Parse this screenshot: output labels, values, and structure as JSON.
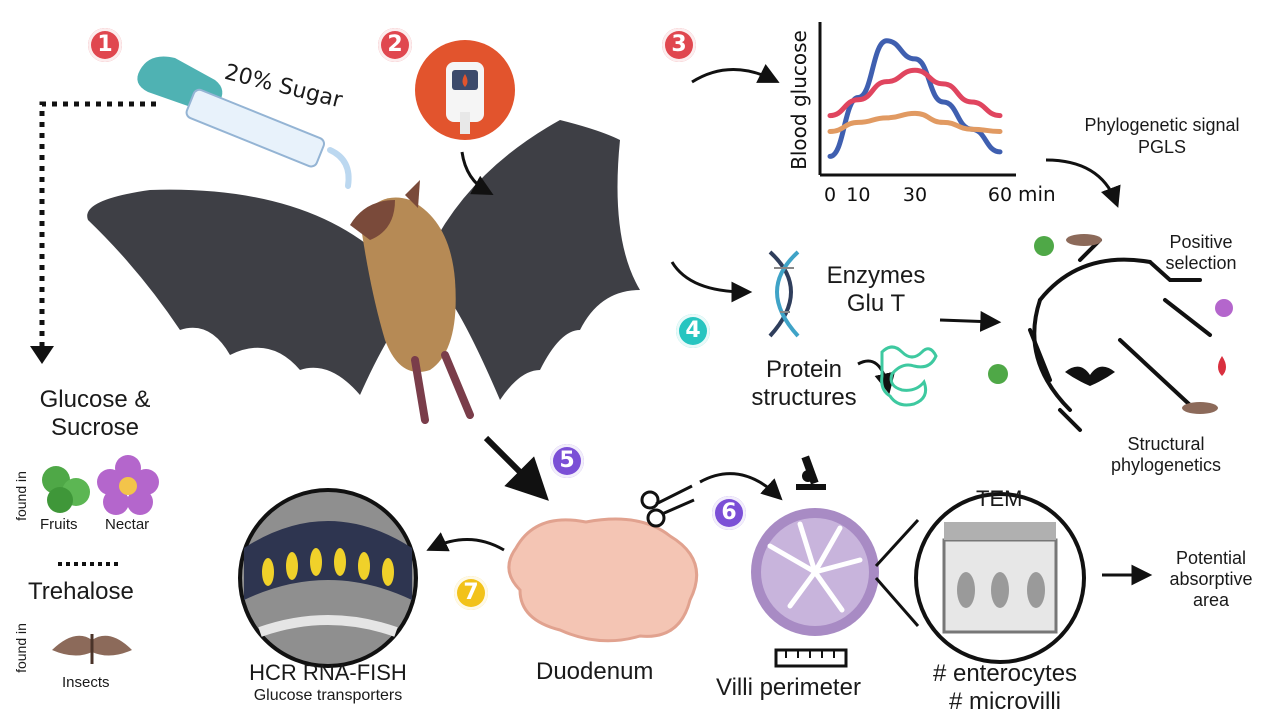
{
  "steps": [
    "1",
    "2",
    "3",
    "4",
    "5",
    "6",
    "7"
  ],
  "colors": {
    "badge_red": "#e0474f",
    "badge_teal": "#27c5c0",
    "badge_purple": "#7b4fd6",
    "badge_yellow": "#f2c21a",
    "curve_blue": "#3f5fb0",
    "curve_red": "#e0455f",
    "curve_orange": "#e19a62",
    "bat_wing": "#3e3f45",
    "bat_fur": "#b68a55",
    "villi": "#a88bc4"
  },
  "labels": {
    "sugar": "20% Sugar",
    "phylo_signal_line1": "Phylogenetic signal",
    "phylo_signal_line2": "PGLS",
    "positive_sel_line1": "Positive",
    "positive_sel_line2": "selection",
    "enzymes_line1": "Enzymes",
    "enzymes_line2": "Glu T",
    "protein_line1": "Protein",
    "protein_line2": "structures",
    "struct_phylo_line1": "Structural",
    "struct_phylo_line2": "phylogenetics",
    "glucose_line1": "Glucose &",
    "glucose_line2": "Sucrose",
    "found_in_1": "found in",
    "fruits": "Fruits",
    "nectar": "Nectar",
    "trehalose": "Trehalose",
    "found_in_2": "found in",
    "insects": "Insects",
    "hcr_line1": "HCR RNA-FISH",
    "hcr_line2": "Glucose transporters",
    "duodenum": "Duodenum",
    "villi": "Villi perimeter",
    "tem": "TEM",
    "enterocytes": "# enterocytes",
    "microvilli": "# microvilli",
    "absorptive_line1": "Potential",
    "absorptive_line2": "absorptive",
    "absorptive_line3": "area"
  },
  "chart_data": {
    "type": "line",
    "ylabel": "Blood glucose",
    "xlabel": "min",
    "x_ticks": [
      "0",
      "10",
      "30",
      "60"
    ],
    "xlim": [
      0,
      60
    ],
    "grid": false,
    "series": [
      {
        "color": "#3f5fb0",
        "x": [
          0,
          10,
          20,
          30,
          40,
          50,
          60
        ],
        "y": [
          0.3,
          1.6,
          2.85,
          2.45,
          1.5,
          0.9,
          0.4
        ]
      },
      {
        "color": "#e0455f",
        "x": [
          0,
          10,
          20,
          30,
          40,
          50,
          60
        ],
        "y": [
          1.2,
          1.55,
          1.95,
          2.2,
          1.9,
          1.5,
          1.2
        ]
      },
      {
        "color": "#e19a62",
        "x": [
          0,
          10,
          20,
          30,
          40,
          50,
          60
        ],
        "y": [
          0.85,
          1.05,
          1.15,
          1.25,
          1.05,
          0.9,
          0.85
        ]
      }
    ]
  }
}
